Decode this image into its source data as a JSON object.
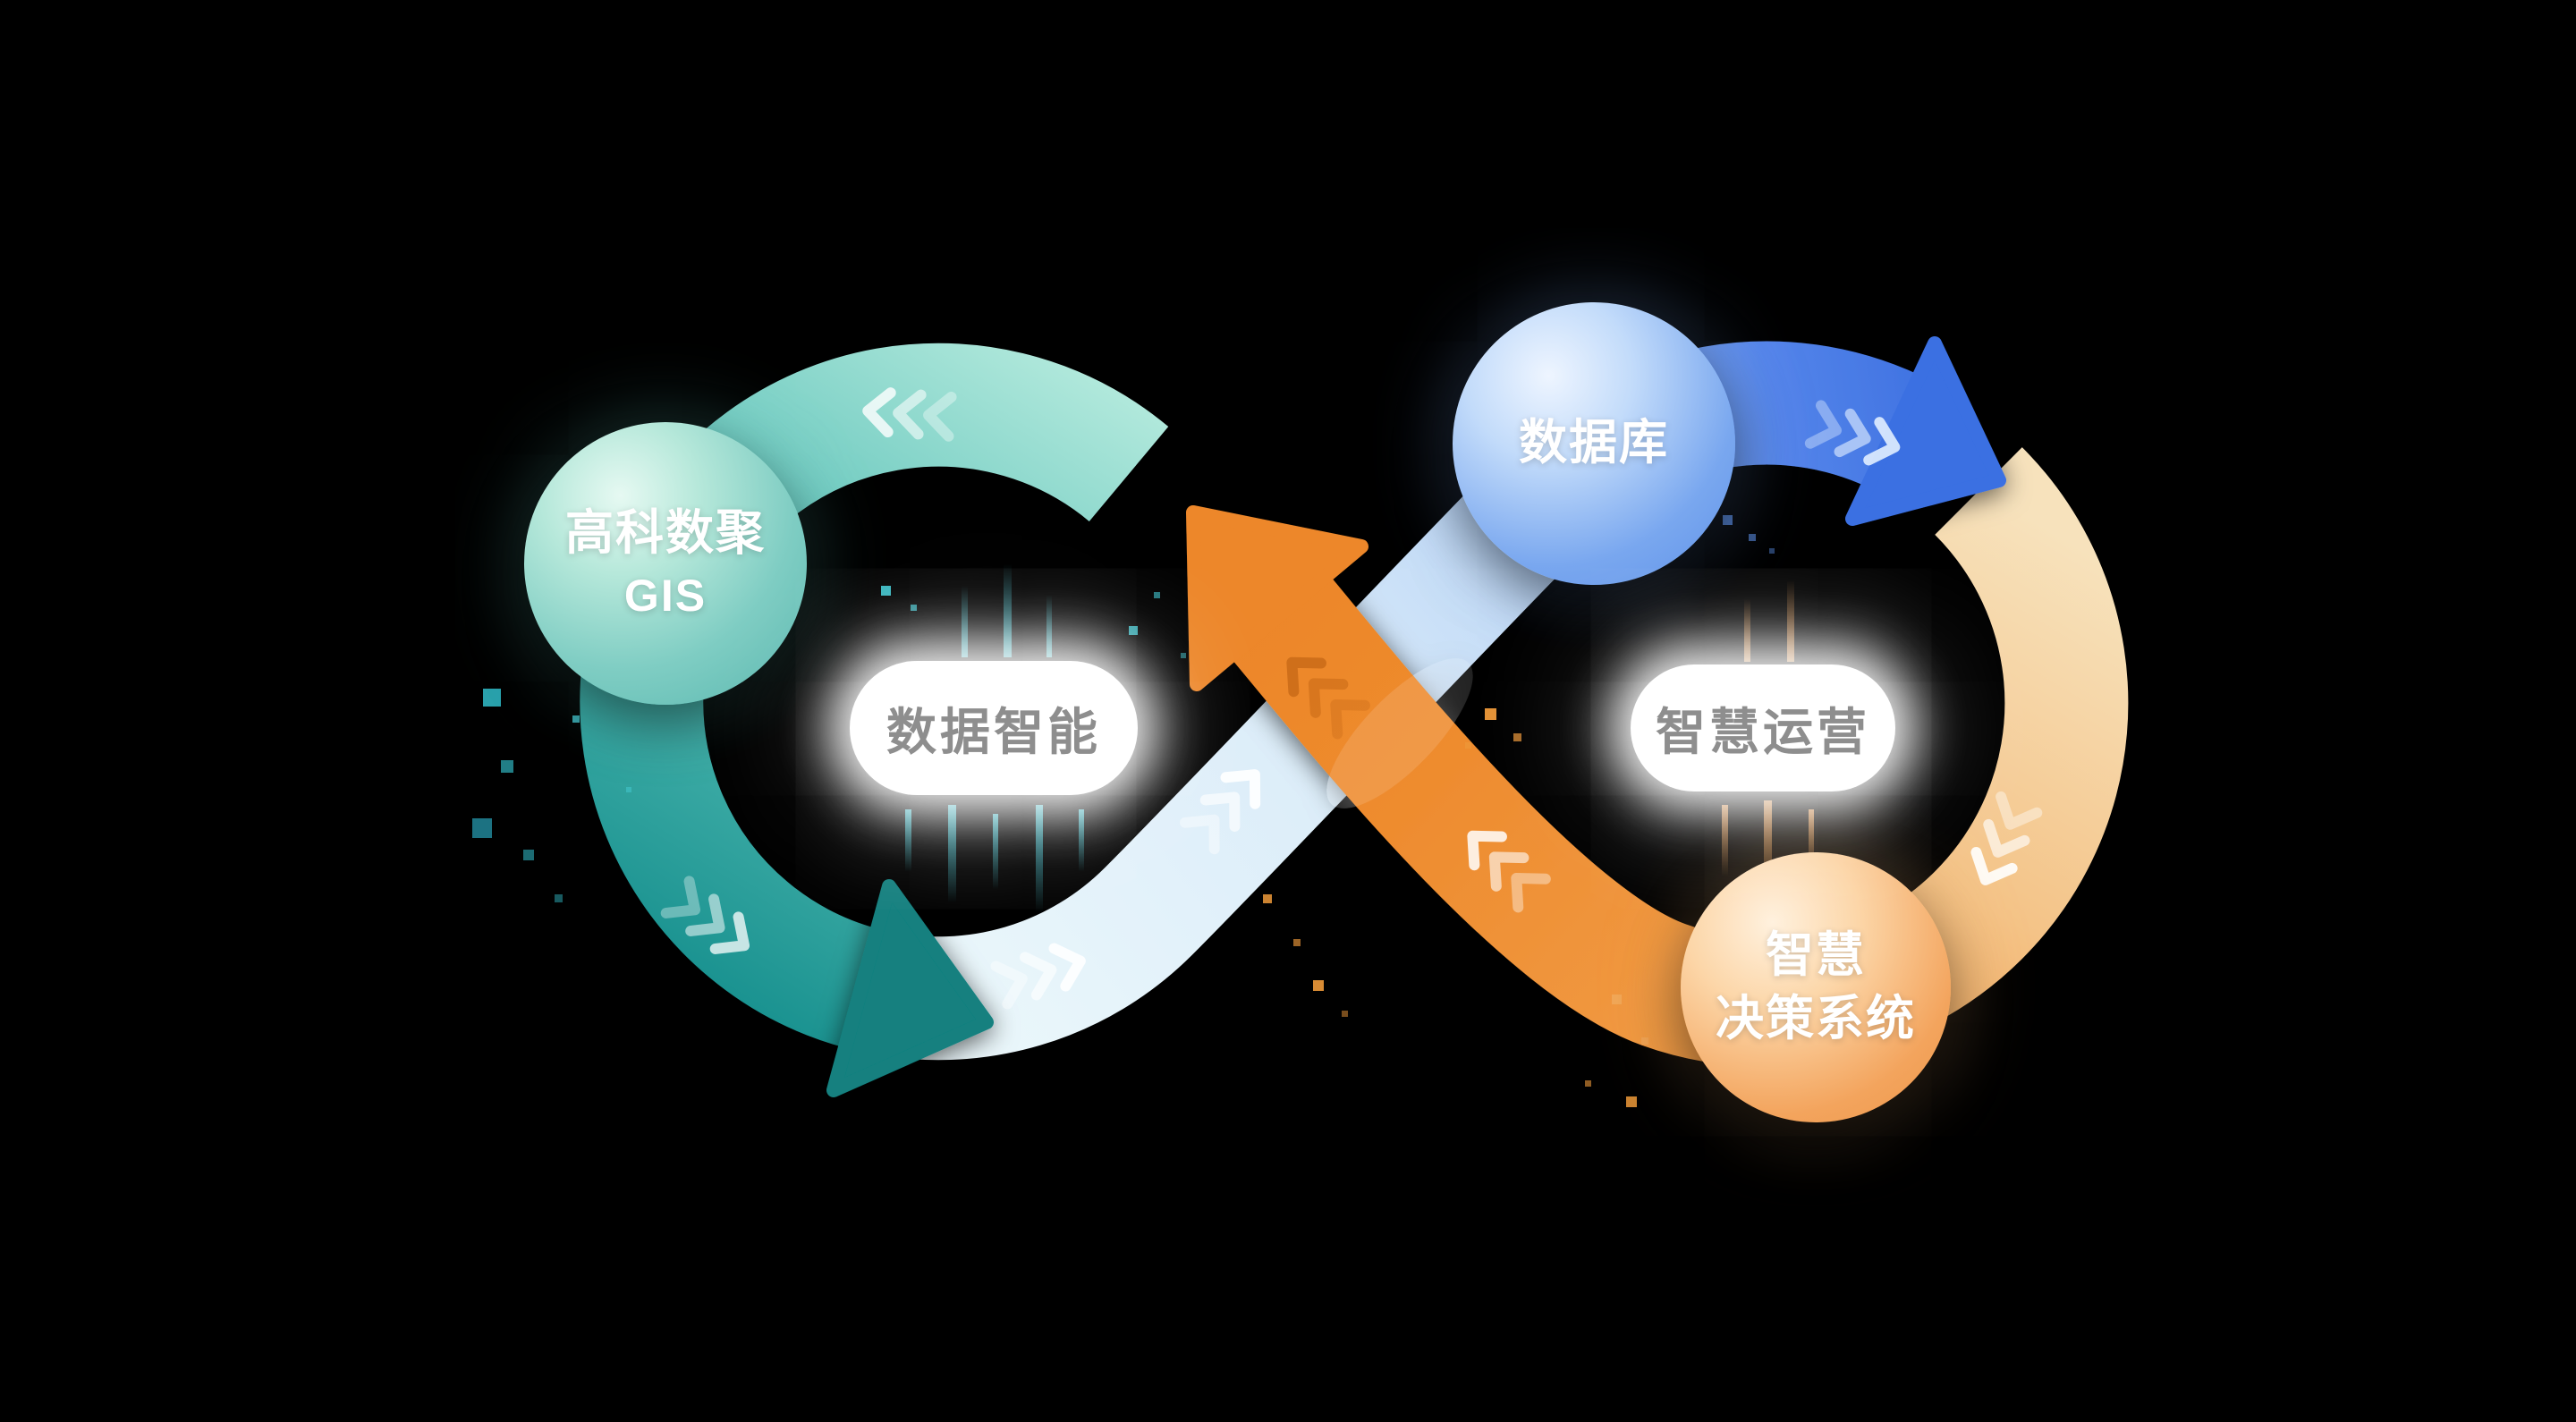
{
  "nodes": {
    "gis": {
      "line1": "高科数聚",
      "line2": "GIS"
    },
    "database": {
      "label": "数据库"
    },
    "decision": {
      "line1": "智慧",
      "line2": "决策系统"
    }
  },
  "labels": {
    "left_loop": "数据智能",
    "right_loop": "智慧运营"
  },
  "colors": {
    "background": "#000000",
    "teal": "#2BA7A4",
    "teal_light": "#B2E9DC",
    "blue": "#3C78E8",
    "blue_light": "#B9D4F6",
    "orange": "#EE8C2F",
    "cream": "#F6DDB0",
    "pill_text": "#8E8E8E",
    "node_text": "#FFFFFF"
  }
}
